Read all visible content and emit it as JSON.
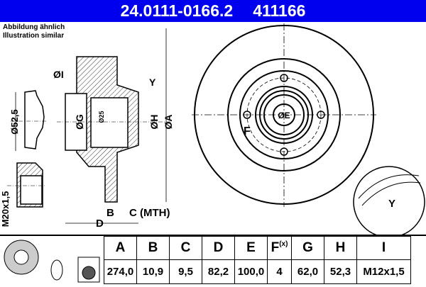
{
  "header": {
    "part_number": "24.0111-0166.2",
    "ref_number": "411166",
    "background_color": "#0000ee"
  },
  "note": {
    "line1": "Abbildung ähnlich",
    "line2": "Illustration similar"
  },
  "drawing_labels": {
    "dia_I": "ØI",
    "dia_52_5": "Ø52,5",
    "dia_G": "ØG",
    "dia_25": "Ø25",
    "dia_H": "ØH",
    "dia_A": "ØA",
    "Y": "Y",
    "B": "B",
    "C_MTH": "C (MTH)",
    "D": "D",
    "M20x1_5": "M20x1,5",
    "dia_E": "ØE",
    "F": "F",
    "detail_Y": "Y"
  },
  "table": {
    "headers": [
      "A",
      "B",
      "C",
      "D",
      "E",
      "F",
      "G",
      "H",
      "I"
    ],
    "f_suffix": "(x)",
    "values": [
      "274,0",
      "10,9",
      "9,5",
      "82,2",
      "100,0",
      "4",
      "62,0",
      "52,3",
      "M12x1,5"
    ]
  }
}
